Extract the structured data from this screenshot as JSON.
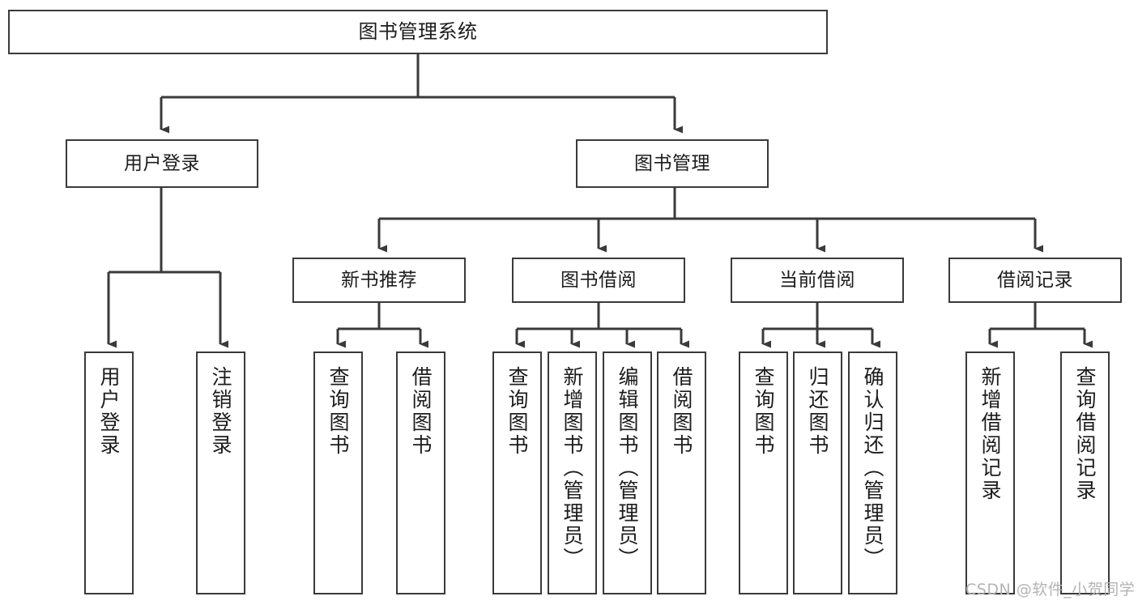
{
  "diagram": {
    "type": "tree-hierarchy-chart",
    "title": "图书管理系统",
    "colors": {
      "box_border": "#3a3a3a",
      "box_fill": "#ffffff",
      "edge": "#3a3a3a",
      "text": "#1c1c1c",
      "watermark": "#b4b4b4",
      "background": "#ffffff"
    },
    "watermark": "CSDN @软件_小贺同学",
    "nodes": {
      "root": {
        "label": "图书管理系统"
      },
      "level2": [
        {
          "id": "user-login",
          "label": "用户登录"
        },
        {
          "id": "book-manage",
          "label": "图书管理"
        }
      ],
      "level3": [
        {
          "id": "new-book-recommend",
          "label": "新书推荐"
        },
        {
          "id": "book-borrow",
          "label": "图书借阅"
        },
        {
          "id": "current-borrow",
          "label": "当前借阅"
        },
        {
          "id": "borrow-record",
          "label": "借阅记录"
        }
      ],
      "leaves": {
        "user-login": [
          {
            "id": "leaf-user-login",
            "label": "用户登录"
          },
          {
            "id": "leaf-logout-login",
            "label": "注销登录"
          }
        ],
        "new-book-recommend": [
          {
            "id": "leaf-query-book-1",
            "label": "查询图书"
          },
          {
            "id": "leaf-borrow-book-1",
            "label": "借阅图书"
          }
        ],
        "book-borrow": [
          {
            "id": "leaf-query-book-2",
            "label": "查询图书"
          },
          {
            "id": "leaf-add-book",
            "label": "新增图书（管理员）"
          },
          {
            "id": "leaf-edit-book",
            "label": "编辑图书（管理员）"
          },
          {
            "id": "leaf-borrow-book-2",
            "label": "借阅图书"
          }
        ],
        "current-borrow": [
          {
            "id": "leaf-query-book-3",
            "label": "查询图书"
          },
          {
            "id": "leaf-return-book",
            "label": "归还图书"
          },
          {
            "id": "leaf-confirm-return",
            "label": "确认归还（管理员）"
          }
        ],
        "borrow-record": [
          {
            "id": "leaf-add-record",
            "label": "新增借阅记录"
          },
          {
            "id": "leaf-query-record",
            "label": "查询借阅记录"
          }
        ]
      }
    },
    "edges": [
      {
        "from": "root",
        "to": "user-login"
      },
      {
        "from": "root",
        "to": "book-manage"
      },
      {
        "from": "user-login",
        "to": "leaf-user-login"
      },
      {
        "from": "user-login",
        "to": "leaf-logout-login"
      },
      {
        "from": "book-manage",
        "to": "new-book-recommend"
      },
      {
        "from": "book-manage",
        "to": "book-borrow"
      },
      {
        "from": "book-manage",
        "to": "current-borrow"
      },
      {
        "from": "book-manage",
        "to": "borrow-record"
      },
      {
        "from": "new-book-recommend",
        "to": "leaf-query-book-1"
      },
      {
        "from": "new-book-recommend",
        "to": "leaf-borrow-book-1"
      },
      {
        "from": "book-borrow",
        "to": "leaf-query-book-2"
      },
      {
        "from": "book-borrow",
        "to": "leaf-add-book"
      },
      {
        "from": "book-borrow",
        "to": "leaf-edit-book"
      },
      {
        "from": "book-borrow",
        "to": "leaf-borrow-book-2"
      },
      {
        "from": "current-borrow",
        "to": "leaf-query-book-3"
      },
      {
        "from": "current-borrow",
        "to": "leaf-return-book"
      },
      {
        "from": "current-borrow",
        "to": "leaf-confirm-return"
      },
      {
        "from": "borrow-record",
        "to": "leaf-add-record"
      },
      {
        "from": "borrow-record",
        "to": "leaf-query-record"
      }
    ]
  }
}
